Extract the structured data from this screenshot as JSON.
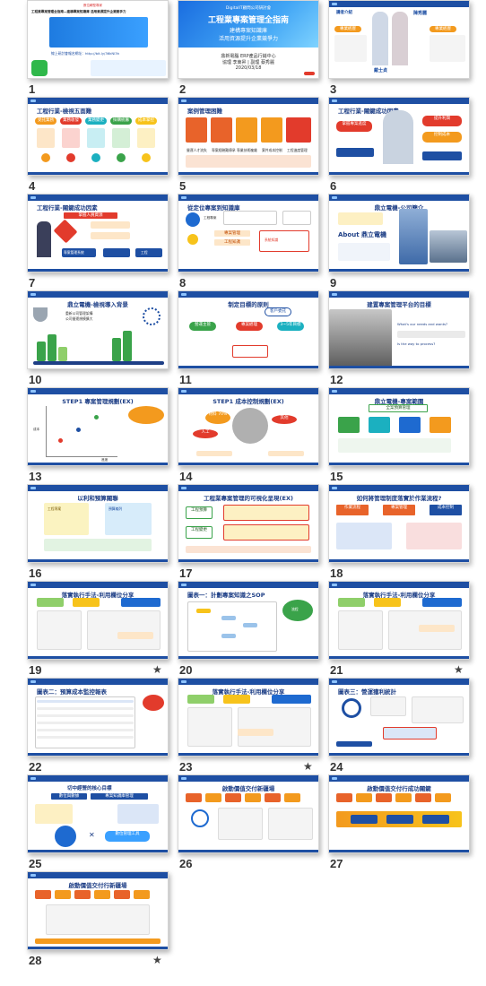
{
  "slides": [
    {
      "num": "1",
      "lines": [
        "數位轉型專家",
        "工程業專案管理全指南—建構專案知識庫 活用資源提升企業競爭力",
        "線上研討會報名網址：http://bit.ly/36kNl3h"
      ]
    },
    {
      "num": "2",
      "header": "DigitalIT顧問公司研討會",
      "title": "工程業專案管理全指南",
      "sub1": "建構專案知識庫",
      "sub2": "活用資源提升企業競爭力",
      "meta": [
        "鼎新電腦 ERP產品行銷中心",
        "協理 李東昇 | 副理 蔡秀麗",
        "2020/03/18"
      ]
    },
    {
      "num": "3",
      "labels": [
        "講者介紹",
        "戴士貞",
        "陳秀麗",
        "專業經歷",
        "專業經歷"
      ]
    },
    {
      "num": "4",
      "title": "工程行業-檢視五面難",
      "items": [
        "受託業務",
        "業務收發",
        "業務變更",
        "採購統籌",
        "成本掌控"
      ]
    },
    {
      "num": "5",
      "title": "案例管理困難",
      "items": [
        "營運人才流失",
        "專案經驗難傳承",
        "專業技術複雜",
        "案件成本控制",
        "工程進度管理"
      ]
    },
    {
      "num": "6",
      "title": "工程行業-關鍵成功因素",
      "items": [
        "掌握專案進度",
        "提升利潤",
        "控制成本"
      ]
    },
    {
      "num": "7",
      "title": "工程行業-關鍵成功因素",
      "items": [
        "掌握人員資源",
        "專案管理系統",
        "工程"
      ]
    },
    {
      "num": "8",
      "title": "從定位專案到知識庫",
      "items": [
        "工程專案",
        "專案管理",
        "工程知識",
        "系統知識"
      ]
    },
    {
      "num": "9",
      "title": "鼎立電機-公司簡介",
      "about": "About 鼎立電機"
    },
    {
      "num": "10",
      "title": "鼎立電機-檢視導入背景",
      "items": [
        "重新公司管理架構",
        "公司營運規模擴大"
      ]
    },
    {
      "num": "11",
      "title": "制定目標的原則",
      "items": [
        "客戶委託",
        "營運主管",
        "專案經理",
        "3~5年目標"
      ]
    },
    {
      "num": "12",
      "title": "建置專案管理平台的目標",
      "items": [
        "What's our needs and wants?",
        "Is the way to process?"
      ]
    },
    {
      "num": "13",
      "title": "STEP1 專案管理規劃(EX)",
      "items": [
        "成本",
        "進度"
      ]
    },
    {
      "num": "14",
      "title": "STEP1 成本控制規劃(EX)",
      "items": [
        "材料 70%",
        "人工",
        "其他"
      ]
    },
    {
      "num": "15",
      "title": "鼎立電機-專案範圍",
      "items": [
        "全案預算管理"
      ]
    },
    {
      "num": "16",
      "title": "以利和預算關聯",
      "items": [
        "工程專案",
        "預算編列"
      ]
    },
    {
      "num": "17",
      "title": "工程業專案管理的可視化呈現(EX)",
      "items": [
        "工程預算",
        "工程變更"
      ]
    },
    {
      "num": "18",
      "title": "如何將管理制度落實於作業流程?",
      "items": [
        "作業流程",
        "專案管理",
        "成本控制"
      ]
    },
    {
      "num": "19",
      "title": "落實執行手法-利用欄位分享",
      "items": []
    },
    {
      "num": "20",
      "title": "圖表一：計劃專案知識之SOP",
      "items": [
        "流程",
        "施工",
        "驗收"
      ]
    },
    {
      "num": "21",
      "title": "落實執行手法-利用欄位分享",
      "items": []
    },
    {
      "num": "22",
      "title": "圖表二：預算成本監控報表",
      "items": []
    },
    {
      "num": "23",
      "title": "落實執行手法-利用欄位分享",
      "items": []
    },
    {
      "num": "24",
      "title": "圖表三：營運獲利統計",
      "items": []
    },
    {
      "num": "25",
      "title": "",
      "items": [
        "切中經營的核心目標",
        "數位與數據",
        "專案知識庫管理",
        "數位管理工具"
      ]
    },
    {
      "num": "26",
      "title": "啟動價值交付新疆場",
      "items": []
    },
    {
      "num": "27",
      "title": "啟動價值交付行成功關鍵",
      "items": []
    },
    {
      "num": "28",
      "title": "啟動價值交付行新疆場",
      "items": []
    }
  ],
  "stars_on": [
    "19",
    "21",
    "23",
    "28"
  ],
  "colors": {
    "brand": "#1e4fa3",
    "orange": "#f39a1e",
    "green": "#3aa34a",
    "red": "#e23b2c",
    "teal": "#1bb0c0",
    "yellow": "#f7c31b",
    "purple": "#7b3fa6"
  }
}
